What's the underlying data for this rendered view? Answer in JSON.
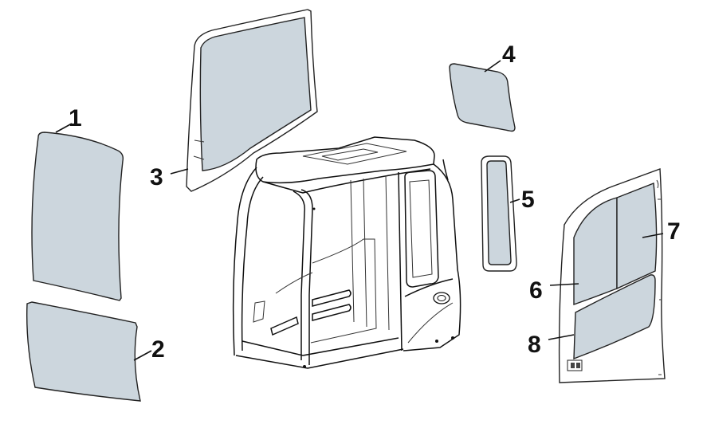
{
  "callouts": [
    {
      "id": "1",
      "label": "1"
    },
    {
      "id": "2",
      "label": "2"
    },
    {
      "id": "3",
      "label": "3"
    },
    {
      "id": "4",
      "label": "4"
    },
    {
      "id": "5",
      "label": "5"
    },
    {
      "id": "6",
      "label": "6"
    },
    {
      "id": "7",
      "label": "7"
    },
    {
      "id": "8",
      "label": "8"
    }
  ],
  "colors": {
    "glass": "#ccd6dd",
    "outline": "#222222",
    "background": "#ffffff"
  }
}
